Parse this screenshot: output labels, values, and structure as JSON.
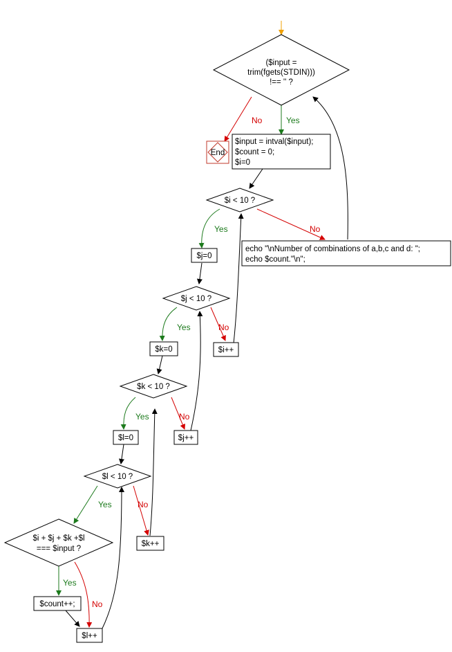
{
  "colors": {
    "yes": "#1c7a1c",
    "no": "#d40000",
    "start": "#f0a000",
    "line": "#000000",
    "end_border": "#c0392b"
  },
  "labels": {
    "yes": "Yes",
    "no": "No"
  },
  "nodes": {
    "cond_input": [
      "($input =",
      "trim(fgets(STDIN)))",
      "!== '' ?"
    ],
    "end": "End",
    "init": [
      "$input = intval($input);",
      "$count = 0;",
      "$i=0"
    ],
    "cond_i": "$i < 10 ?",
    "echo": [
      "echo \"\\nNumber of combinations of a,b,c and d: \";",
      "echo $count.\"\\n\";"
    ],
    "set_j": "$j=0",
    "cond_j": "$j < 10 ?",
    "inc_i": "$i++",
    "set_k": "$k=0",
    "cond_k": "$k < 10 ?",
    "inc_j": "$j++",
    "set_l": "$l=0",
    "cond_l": "$l < 10 ?",
    "inc_k": "$k++",
    "cond_sum": [
      "$i + $j + $k +$l",
      "=== $input ?"
    ],
    "inc_count": "$count++;",
    "inc_l": "$l++"
  }
}
